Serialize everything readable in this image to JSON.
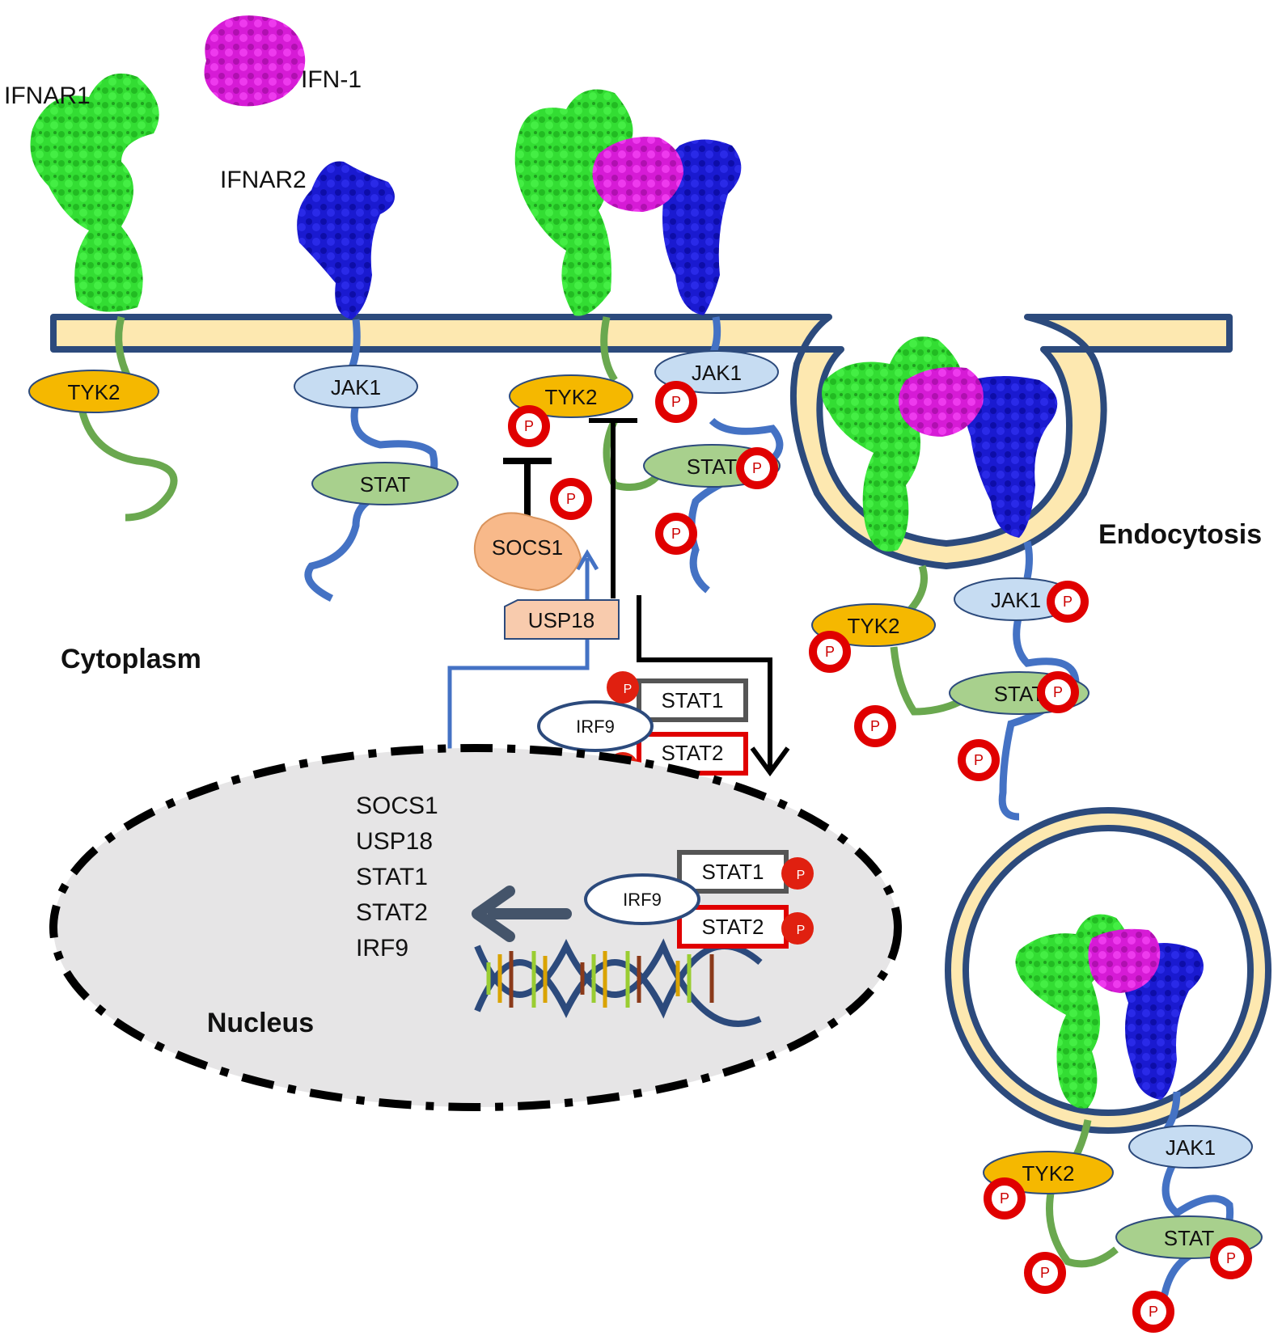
{
  "labels": {
    "ifnar1": "IFNAR1",
    "ifn1": "IFN-1",
    "ifnar2": "IFNAR2",
    "endocytosis": "Endocytosis",
    "cytoplasm": "Cytoplasm",
    "nucleus": "Nucleus"
  },
  "proteins": {
    "tyk2": "TYK2",
    "jak1": "JAK1",
    "stat": "STAT",
    "stat_partial": "STAT",
    "socs1": "SOCS1",
    "usp18": "USP18",
    "irf9": "IRF9",
    "stat1": "STAT1",
    "stat2": "STAT2"
  },
  "phospho_symbol": "P",
  "gene_list": [
    "SOCS1",
    "USP18",
    "STAT1",
    "STAT2",
    "IRF9"
  ],
  "colors": {
    "ifnar1": "#33dd33",
    "ifnar2": "#1a1ad0",
    "ifn1": "#d61bd6",
    "membrane_fill": "#fde8b0",
    "membrane_border": "#2c4a7c",
    "tyk2": "#f5b800",
    "jak1": "#c6dcf2",
    "stat": "#a8d08d",
    "socs1": "#f8b98a",
    "usp18": "#f8cbad",
    "phospho_ring": "#e00000",
    "nucleus_fill": "#e6e5e6"
  }
}
